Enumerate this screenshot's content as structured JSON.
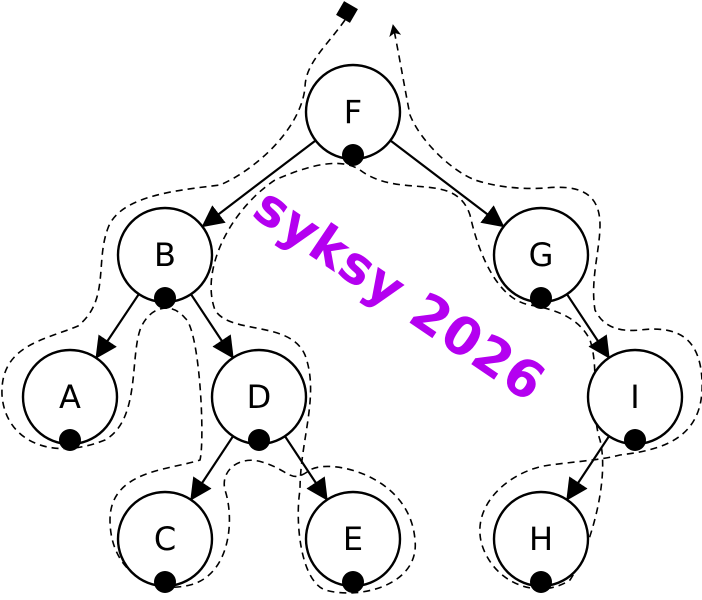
{
  "diagram": {
    "nodes": [
      {
        "id": "F",
        "label": "F"
      },
      {
        "id": "B",
        "label": "B"
      },
      {
        "id": "G",
        "label": "G"
      },
      {
        "id": "A",
        "label": "A"
      },
      {
        "id": "D",
        "label": "D"
      },
      {
        "id": "I",
        "label": "I"
      },
      {
        "id": "C",
        "label": "C"
      },
      {
        "id": "E",
        "label": "E"
      },
      {
        "id": "H",
        "label": "H"
      }
    ],
    "edges": [
      {
        "from": "F",
        "to": "B"
      },
      {
        "from": "F",
        "to": "G"
      },
      {
        "from": "B",
        "to": "A"
      },
      {
        "from": "B",
        "to": "D"
      },
      {
        "from": "D",
        "to": "C"
      },
      {
        "from": "D",
        "to": "E"
      },
      {
        "from": "G",
        "to": "I"
      },
      {
        "from": "I",
        "to": "H"
      }
    ],
    "traversal_marker": "bottom-dot",
    "watermark": {
      "text": "syksy 2026",
      "color": "#B400F0"
    }
  }
}
